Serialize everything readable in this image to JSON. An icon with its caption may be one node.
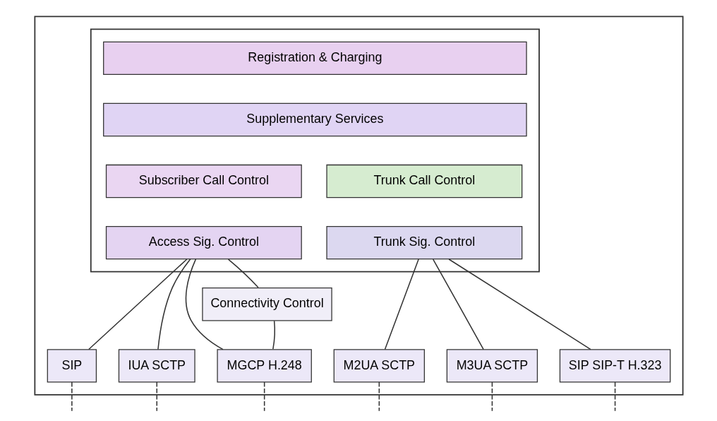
{
  "diagram": {
    "nodes": [
      {
        "text": [],
        "shape": "box"
      },
      {
        "text": [],
        "shape": "box",
        "in": 0
      },
      {
        "text": [
          "Registration & Charging"
        ],
        "in": 1
      },
      {
        "text": [
          "Supplementary Services"
        ],
        "in": 1
      },
      {
        "text": [
          "Subscriber Call Control"
        ],
        "in": 1
      },
      {
        "text": [
          "Trunk Call Control"
        ],
        "in": 1
      },
      {
        "text": [
          "Access Sig. Control"
        ],
        "in": 1
      },
      {
        "text": [
          "Trunk Sig. Control"
        ],
        "in": 1
      },
      {
        "text": [
          "Connectivity Control"
        ],
        "in": 0
      },
      {
        "text": [
          "SIP"
        ],
        "in": 0
      },
      {
        "text": [
          "IUA SCTP"
        ],
        "in": 0
      },
      {
        "text": [
          "MGCP H.248"
        ],
        "in": 0
      },
      {
        "text": [
          "M2UA SCTP"
        ],
        "in": 0
      },
      {
        "text": [
          "M3UA SCTP"
        ],
        "in": 0
      },
      {
        "text": [
          "SIP SIP-T H.323"
        ],
        "in": 0
      }
    ],
    "edges": [
      {
        "from": 6,
        "to": 9,
        "arrow": "none"
      },
      {
        "from": 6,
        "to": 10,
        "arrow": "none"
      },
      {
        "from": 6,
        "to": 11,
        "arrow": "none"
      },
      {
        "from": 6,
        "to": 8,
        "arrow": "none"
      },
      {
        "from": 8,
        "to": 11,
        "arrow": "none"
      },
      {
        "from": 7,
        "to": 12,
        "arrow": "none"
      },
      {
        "from": 7,
        "to": 13,
        "arrow": "none"
      },
      {
        "from": 7,
        "to": 14,
        "arrow": "none"
      },
      {
        "from": 9,
        "to": null,
        "arrow": "none",
        "style": "dashed"
      },
      {
        "from": 10,
        "to": null,
        "arrow": "none",
        "style": "dashed"
      },
      {
        "from": 11,
        "to": null,
        "arrow": "none",
        "style": "dashed"
      },
      {
        "from": 12,
        "to": null,
        "arrow": "none",
        "style": "dashed"
      },
      {
        "from": 13,
        "to": null,
        "arrow": "none",
        "style": "dashed"
      },
      {
        "from": 14,
        "to": null,
        "arrow": "none",
        "style": "dashed"
      }
    ]
  }
}
